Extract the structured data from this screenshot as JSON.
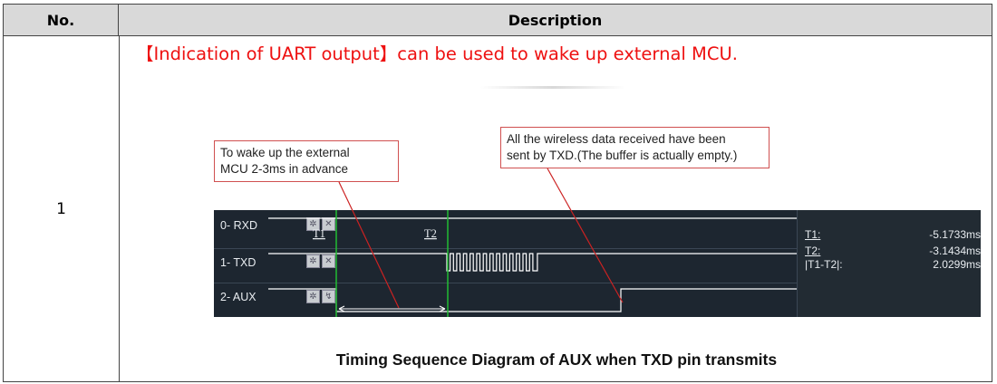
{
  "table": {
    "header_no": "No.",
    "header_description": "Description",
    "row_number": "1",
    "row_title": "【Indication of UART output】can be used to wake up external MCU."
  },
  "callouts": {
    "left": [
      "To wake up the external",
      "MCU 2-3ms in advance"
    ],
    "right": [
      "All the wireless data received have been",
      "sent by TXD.(The buffer is actually empty.)"
    ]
  },
  "timing": {
    "channels": [
      "0- RXD",
      "1- TXD",
      "2- AUX"
    ],
    "marker_labels": [
      "T1",
      "T2"
    ],
    "measurements": [
      {
        "label": "T1:",
        "value": "-5.1733ms"
      },
      {
        "label": "T2:",
        "value": "-3.1434ms"
      },
      {
        "label": "|T1-T2|:",
        "value": "2.0299ms"
      }
    ],
    "colors": {
      "background": "#1d2630",
      "signal": "#ffffff",
      "cursor": "#22bb33",
      "callout_border": "#d05050"
    },
    "icons": [
      "gear-icon",
      "close-icon",
      "edge-trigger-icon"
    ]
  },
  "caption": "Timing Sequence Diagram of AUX when TXD pin transmits"
}
